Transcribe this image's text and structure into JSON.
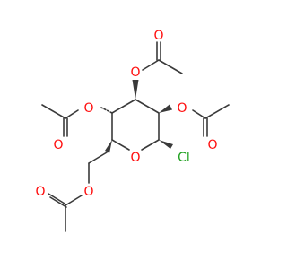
{
  "molecule": {
    "colors": {
      "carbon_bond": "#3a3a3a",
      "oxygen": "#ff0d0d",
      "chlorine": "#1fa01f",
      "background": "#ffffff"
    },
    "atom_labels": {
      "o_top": "O",
      "o_top_carbonyl": "O",
      "o_upper_left": "O",
      "o_upper_left_carbonyl": "O",
      "o_upper_right": "O",
      "o_upper_right_carbonyl": "O",
      "o_ring": "O",
      "cl": "Cl",
      "o_lower": "O",
      "o_lower_carbonyl": "O"
    }
  }
}
